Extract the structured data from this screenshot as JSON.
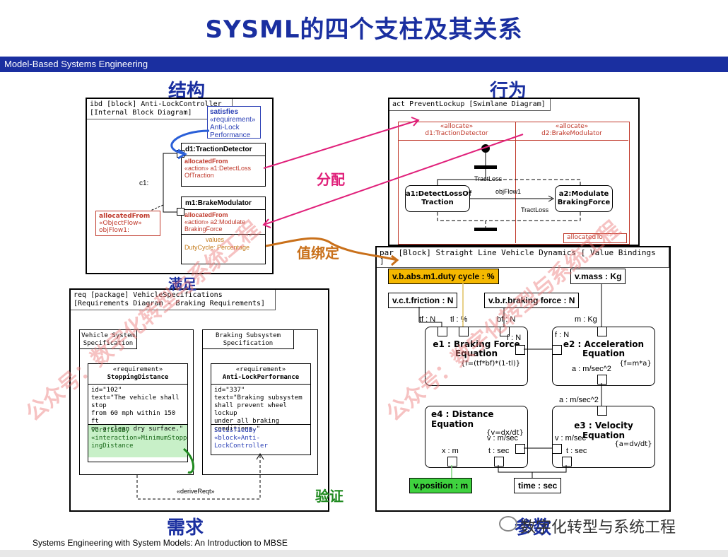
{
  "title": "SYSML的四个支柱及其关系",
  "banner": "Model-Based Systems Engineering",
  "pillars": {
    "structure": "结构",
    "behavior": "行为",
    "requirements": "需求",
    "parametrics": "参数"
  },
  "relations": {
    "allocate": "分配",
    "binding": "值绑定",
    "satisfy": "满足",
    "verify": "验证"
  },
  "footer": "Systems Engineering with System Models: An Introduction to MBSE",
  "wechat": "数字化转型与系统工程",
  "watermark": "公众号：数字化转型与系统工程",
  "ibd": {
    "header": [
      "ibd [block] Anti-LockController",
      "[Internal Block Diagram]"
    ],
    "satisfies": {
      "title": "satisfies",
      "body": [
        "«requirement»",
        "Anti-Lock",
        "Performance"
      ]
    },
    "d1": {
      "name": "d1:TractionDetector",
      "tag": "allocatedFrom",
      "body": [
        "«action» a1:DetectLoss",
        "OfTraction"
      ]
    },
    "m1": {
      "name": "m1:BrakeModulator",
      "tag": "allocatedFrom",
      "body": [
        "«action» a2:Modulate",
        "BrakingForce"
      ],
      "values_tag": "values",
      "values": "DutyCycle: Percentage"
    },
    "connector": "c1:",
    "note": {
      "tag": "allocatedFrom",
      "body": [
        "«ObjectFlow»",
        "objFlow1:"
      ]
    }
  },
  "act": {
    "header": "act PreventLockup [Swimlane Diagram]",
    "lane1": [
      "«allocate»",
      "d1:TractionDetector"
    ],
    "lane2": [
      "«allocate»",
      "d2:BrakeModulator"
    ],
    "action1": [
      "a1:DetectLossOf",
      "Traction"
    ],
    "action2": [
      "a2:Modulate",
      "BrakingForce"
    ],
    "flow": "objFlow1",
    "pin1": "TractLoss",
    "pin2": "TractLoss",
    "note": "allocatedTo"
  },
  "req": {
    "header": [
      "req [package] VehicleSpecifications",
      "[Requirements Diagram - Braking Requirements]"
    ],
    "pkg1": [
      "Vehicle System",
      "Specification"
    ],
    "pkg2": [
      "Braking Subsystem",
      "Specification"
    ],
    "r1": {
      "stereo": "«requirement»",
      "name": "StoppingDistance",
      "text": [
        "id=\"102\"",
        "text=\"The vehicle shall stop",
        "from 60 mph within 150 ft",
        "on a clean dry surface.\""
      ],
      "tag": "VerifiedBy",
      "tagbody": [
        "«interaction»MinimumStopp",
        "ingDistance"
      ]
    },
    "r2": {
      "stereo": "«requirement»",
      "name": "Anti-LockPerformance",
      "text": [
        "id=\"337\"",
        "text=\"Braking subsystem",
        "shall prevent wheel lockup",
        "under all braking conditions.\""
      ],
      "tag": "SatisfiedBy",
      "tagbody": [
        "«block»Anti-LockController"
      ]
    },
    "derive": "«deriveReqt»"
  },
  "par": {
    "header": "par [Block] Straight Line Vehicle Dynamics [ Value Bindings ]",
    "duty": "v.b.abs.m1.duty cycle : %",
    "mass": "v.mass : Kg",
    "friction": "v.c.t.friction : N",
    "braking": "v.b.r.braking force : N",
    "position": "v.position : m",
    "time": "time : sec",
    "e1": {
      "name": [
        "e1 : Braking Force",
        "Equation"
      ],
      "eq": "{f=(tf*bf)*(1-tl)}"
    },
    "e2": {
      "name": [
        "e2 : Acceleration",
        "Equation"
      ],
      "eq": "{f=m*a}"
    },
    "e3": {
      "name": "e3 : Velocity Equation",
      "eq": "{a=dv/dt}"
    },
    "e4": {
      "name": "e4 : Distance Equation",
      "eq": "{v=dx/dt}"
    },
    "labels": {
      "tf": "tf : N",
      "tl": "tl : %",
      "bf": "bf : N",
      "f1": "f : N",
      "f2": "f : N",
      "m": "m : Kg",
      "a1": "a : m/sec^2",
      "a2": "a : m/sec^2",
      "v1": "v : m/sec",
      "v2": "v : m/sec",
      "t1": "t : sec",
      "t2": "t : sec",
      "x": "x : m"
    }
  }
}
